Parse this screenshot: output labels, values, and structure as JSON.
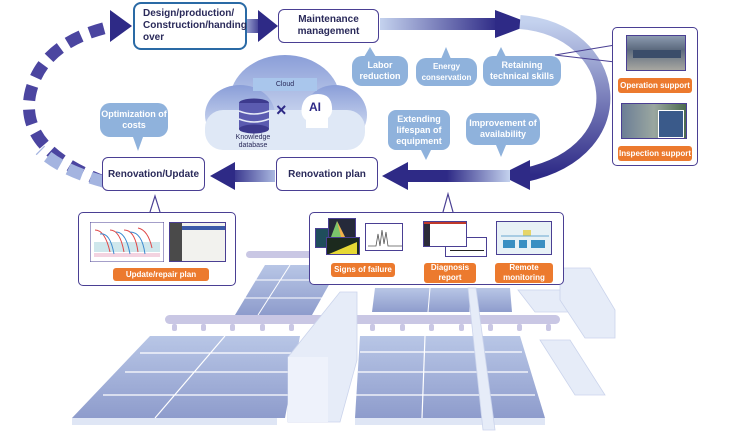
{
  "stages": {
    "design": "Design/production/ Construction/handing over",
    "maintenance": "Maintenance management",
    "renovation_plan": "Renovation plan",
    "renovation_update": "Renovation/Update"
  },
  "cloud": {
    "cloud_label": "Cloud",
    "ai_label": "AI",
    "cross": "×",
    "database_label": "Knowledge database"
  },
  "benefits": {
    "labor": "Labor reduction",
    "energy": "Energy conservation",
    "skills": "Retaining technical skills",
    "lifespan": "Extending lifespan of equipment",
    "availability": "Improvement of availability",
    "costs": "Optimization of costs"
  },
  "support_panel": {
    "operation": "Operation support",
    "inspection": "Inspection support"
  },
  "plan_panel": {
    "update_repair": "Update/repair plan"
  },
  "monitor_panel": {
    "signs": "Signs of failure",
    "diagnosis": "Diagnosis report",
    "remote": "Remote monitoring"
  },
  "colors": {
    "arrow_dark": "#2e2a86",
    "arrow_light": "#b9c8e8",
    "bubble": "#8fb2dc",
    "tag_orange": "#ec7a2e",
    "panel_border": "#4a3f93",
    "tank": "#97a6d2"
  }
}
